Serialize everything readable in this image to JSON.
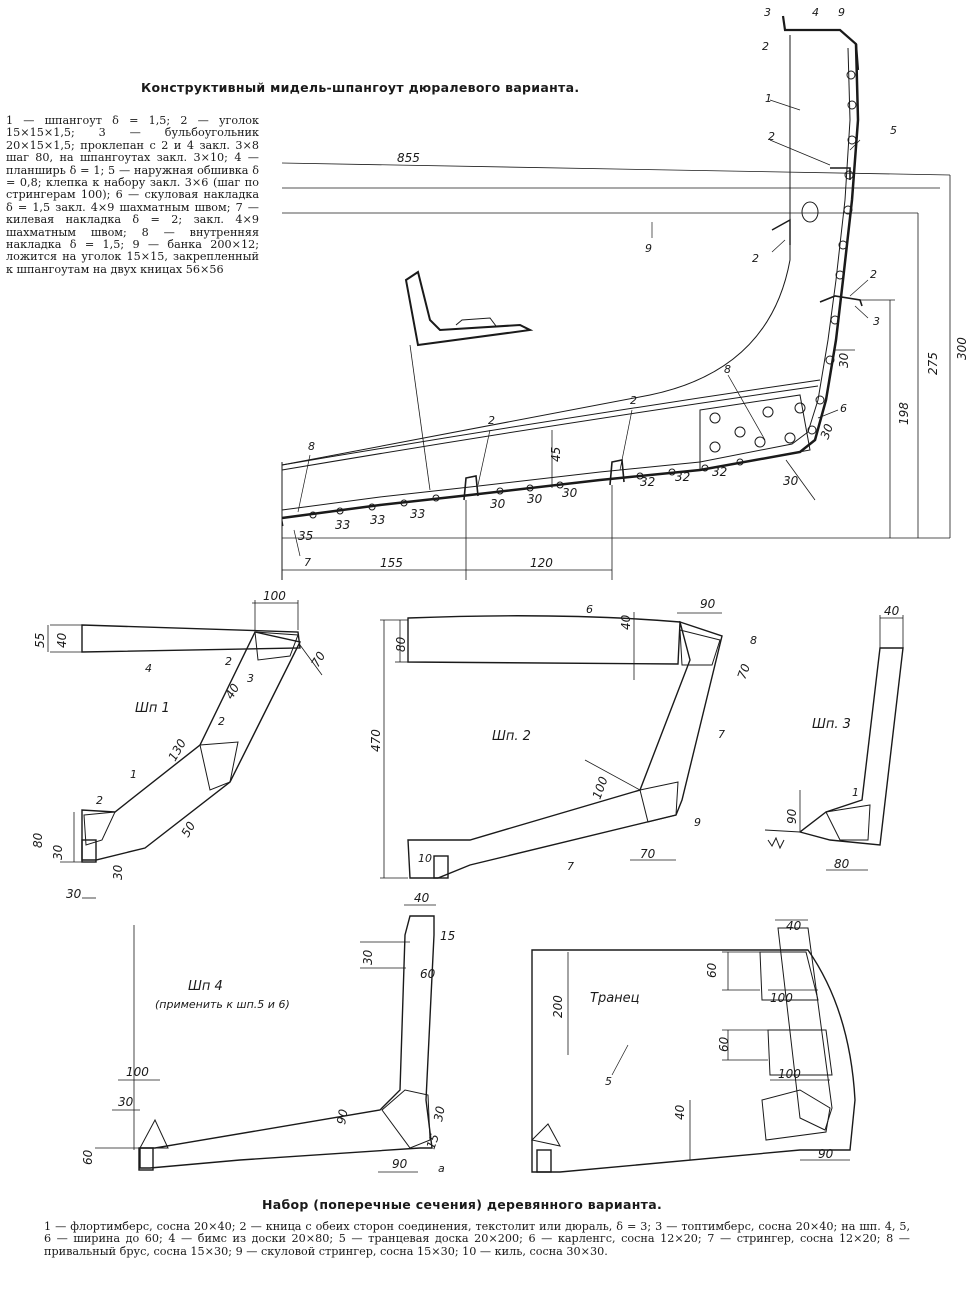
{
  "top_title": "Конструктивный мидель-шпангоут дюралевого варианта.",
  "top_legend": "1 — шпангоут δ = 1,5; 2 — уголок 15×15×1,5; 3 — бульбоугольник 20×15×1,5; проклепан с 2 и 4 закл. 3×8 шаг 80, на шпангоутах закл. 3×10; 4 — планширь δ = 1; 5 — наружная обшивка δ = 0,8; клепка к набору закл. 3×6 (шаг по стрингерам 100); 6 — скуловая накладка δ = 1,5 закл. 4×9 шахматным швом; 7 — килевая накладка δ = 2; закл. 4×9 шахматным швом; 8 — внутренняя накладка δ = 1,5; 9 — банка 200×12; ложится на уголок 15×15, закрепленный к шпангоутам на двух кницах 56×56",
  "bottom_title": "Набор (поперечные сечения) деревянного варианта.",
  "bottom_legend": "1 — флортимберс, сосна 20×40; 2 — кница с обеих сторон соединения, текстолит или дюраль, δ = 3; 3 — топтимберс, сосна 20×40; на шп. 4, 5, 6 — ширина до 60; 4 — бимс из доски 20×80; 5 — транцевая доска 20×200; 6 — карленгс, сосна 12×20; 7 — стрингер, сосна 12×20; 8 — привальный брус, сосна 15×30; 9 — скуловой стрингер, сосна 15×30; 10 — киль, сосна 30×30.",
  "midship": {
    "dims": {
      "d855": "855",
      "d155": "155",
      "d120": "120",
      "d198": "198",
      "d275": "275",
      "d300": "300",
      "d45": "45",
      "d35": "35",
      "d33a": "33",
      "d33b": "33",
      "d33c": "33",
      "d30a": "30",
      "d30b": "30",
      "d30c": "30",
      "d32a": "32",
      "d32b": "32",
      "d32c": "32",
      "d30r": "30",
      "d30s": "30",
      "d30t": "30"
    },
    "labels": {
      "l1": "1",
      "l2a": "2",
      "l2b": "2",
      "l2c": "2",
      "l2d": "2",
      "l2e": "2",
      "l2f": "2",
      "l3a": "3",
      "l3b": "3",
      "l4": "4",
      "l5": "5",
      "l6": "6",
      "l7": "7",
      "l8a": "8",
      "l8b": "8",
      "l9a": "9",
      "l9b": "9"
    }
  },
  "sections": {
    "sh1": {
      "name": "Шп 1",
      "dims": [
        "100",
        "55",
        "40",
        "70",
        "40",
        "130",
        "50",
        "80",
        "30",
        "30",
        "30"
      ],
      "labels": [
        "4",
        "2",
        "3",
        "2",
        "1",
        "2"
      ]
    },
    "sh2": {
      "name": "Шп. 2",
      "dims": [
        "90",
        "40",
        "80",
        "70",
        "470",
        "100",
        "70"
      ],
      "labels": [
        "6",
        "8",
        "7",
        "7",
        "9",
        "10"
      ]
    },
    "sh3": {
      "name": "Шп. 3",
      "dims": [
        "40",
        "90",
        "80"
      ],
      "labels": [
        "1"
      ]
    },
    "sh4": {
      "name": "Шп 4",
      "note": "(применить к шп.5 и 6)",
      "dims": [
        "40",
        "15",
        "30",
        "60",
        "100",
        "30",
        "60",
        "90",
        "30",
        "15",
        "90"
      ],
      "labels": [
        "a"
      ]
    },
    "transom": {
      "name": "Транец",
      "dims": [
        "40",
        "60",
        "100",
        "200",
        "60",
        "100",
        "40",
        "90"
      ],
      "labels": [
        "5"
      ]
    }
  }
}
